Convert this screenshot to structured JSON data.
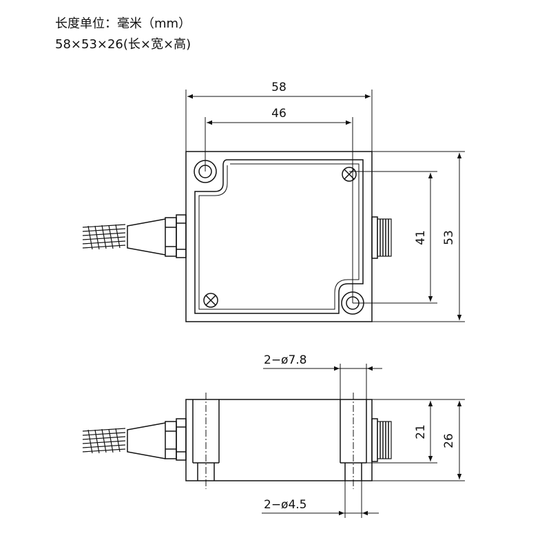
{
  "header": {
    "unit_line": "长度单位：毫米（mm）",
    "size_line": "58×53×26(长×宽×高)"
  },
  "top_view": {
    "dim_length": "58",
    "dim_hole_spacing_x": "46",
    "dim_hole_spacing_y": "41",
    "dim_width": "53"
  },
  "side_view": {
    "dim_counterbore": "2−ø7.8",
    "dim_hole": "2−ø4.5",
    "dim_inner_height": "21",
    "dim_height": "26"
  }
}
